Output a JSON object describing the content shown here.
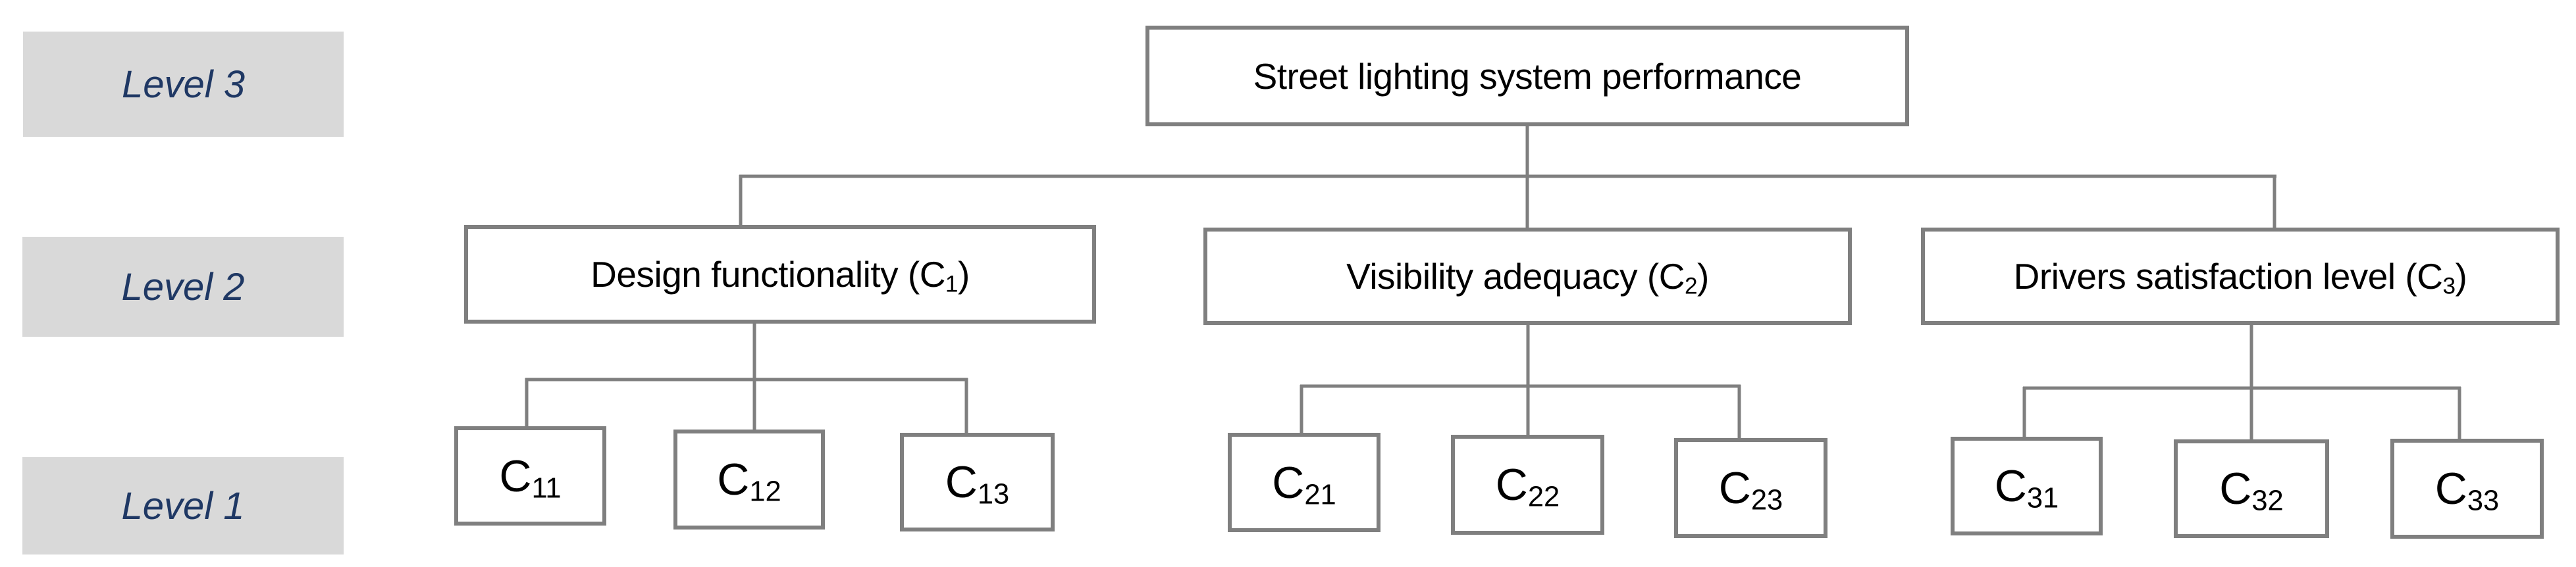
{
  "legend": {
    "level3": "Level 3",
    "level2": "Level 2",
    "level1": "Level 1"
  },
  "root": {
    "label": "Street lighting system performance"
  },
  "criteria": [
    {
      "pre": "Design functionality (C",
      "sub": "1",
      "post": ")",
      "children": [
        {
          "base": "C",
          "sub": "11"
        },
        {
          "base": "C",
          "sub": "12"
        },
        {
          "base": "C",
          "sub": "13"
        }
      ]
    },
    {
      "pre": "Visibility adequacy (C",
      "sub": "2",
      "post": ")",
      "children": [
        {
          "base": "C",
          "sub": "21"
        },
        {
          "base": "C",
          "sub": "22"
        },
        {
          "base": "C",
          "sub": "23"
        }
      ]
    },
    {
      "pre": "Drivers satisfaction level (C",
      "sub": "3",
      "post": ")",
      "children": [
        {
          "base": "C",
          "sub": "31"
        },
        {
          "base": "C",
          "sub": "32"
        },
        {
          "base": "C",
          "sub": "33"
        }
      ]
    }
  ],
  "colors": {
    "border": "#7f7f7f",
    "connector": "#7f7f7f",
    "label_fill": "#d9d9d9",
    "label_text": "#1f3864",
    "box_text": "#000000"
  }
}
